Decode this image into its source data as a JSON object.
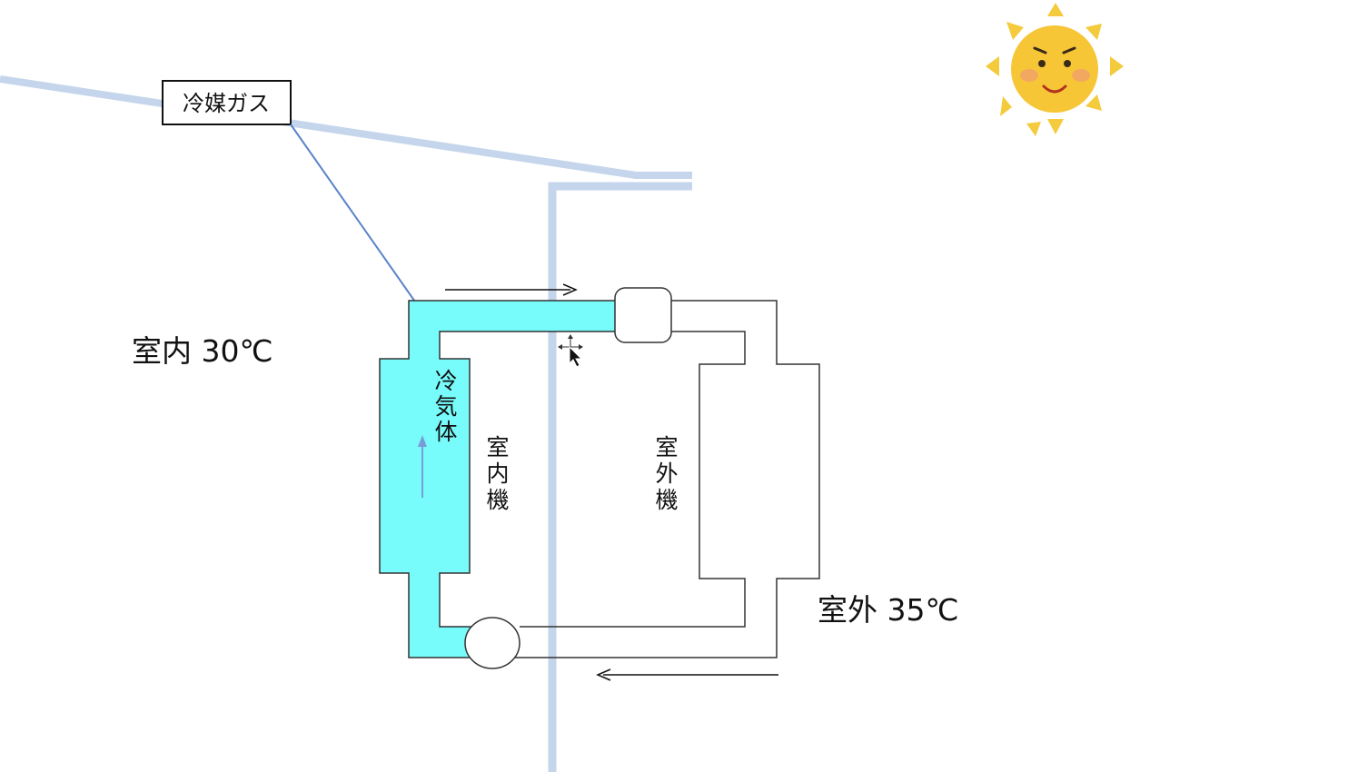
{
  "labels": {
    "refrigerant_gas": "冷媒ガス",
    "indoor_temp": "室内 30℃",
    "outdoor_temp": "室外 35℃",
    "cold_gas": [
      "冷",
      "気",
      "体"
    ],
    "indoor_unit": [
      "室",
      "内",
      "機"
    ],
    "outdoor_unit": [
      "室",
      "外",
      "機"
    ]
  },
  "colors": {
    "wall": "#c4d5ec",
    "refrigerant_fill": "#78fbfb",
    "callout_line": "#5a84c8",
    "inner_arrow": "#7b9bd8",
    "outline": "#333333",
    "sun_face": "#f6c637",
    "sun_ray": "#f4cb3c",
    "cheek": "#f3a06b",
    "eyes": "#3a2a1a"
  },
  "icons": {
    "sun": "sun-face-icon",
    "cursor": "move-cursor-icon"
  }
}
